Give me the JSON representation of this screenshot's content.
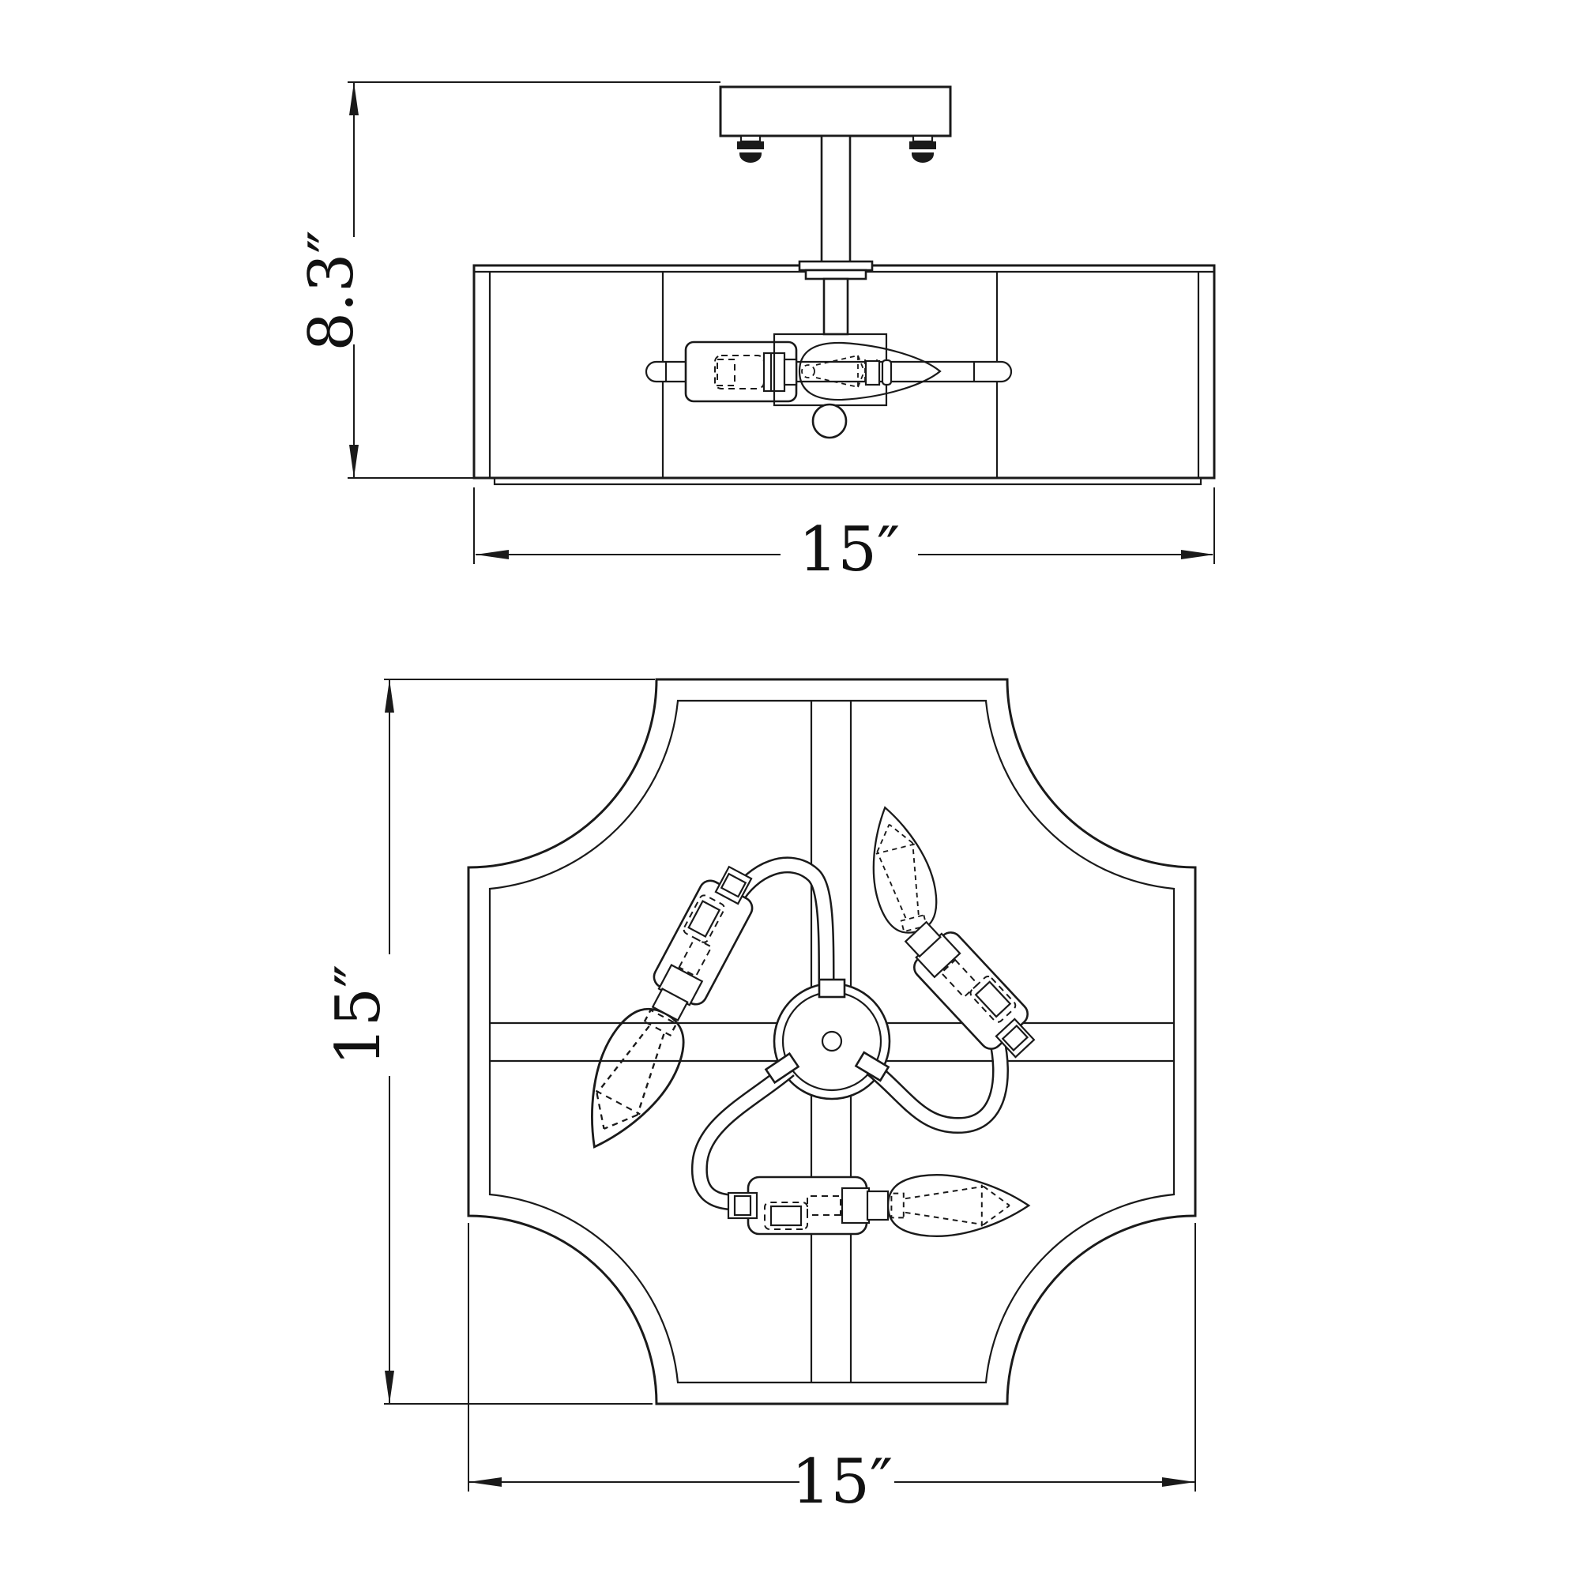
{
  "drawing": {
    "background_color": "#ffffff",
    "line_color": "#1a1a1a",
    "side_view": {
      "height_dim_label": "8.3″",
      "width_dim_label": "15″"
    },
    "plan_view": {
      "height_dim_label": "15″",
      "width_dim_label": "15″"
    }
  }
}
